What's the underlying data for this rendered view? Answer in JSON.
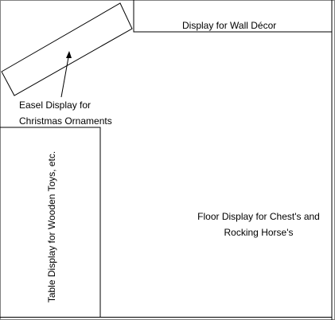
{
  "labels": {
    "wall_decor": "Display for Wall Décor",
    "easel_line1": "Easel Display for",
    "easel_line2": "Christmas Ornaments",
    "floor_line1": "Floor Display for Chest's and",
    "floor_line2": "Rocking Horse's",
    "table": "Table Display for Wooden Toys, etc."
  },
  "colors": {
    "stroke": "#000000",
    "border": "#808080",
    "background": "#ffffff"
  }
}
